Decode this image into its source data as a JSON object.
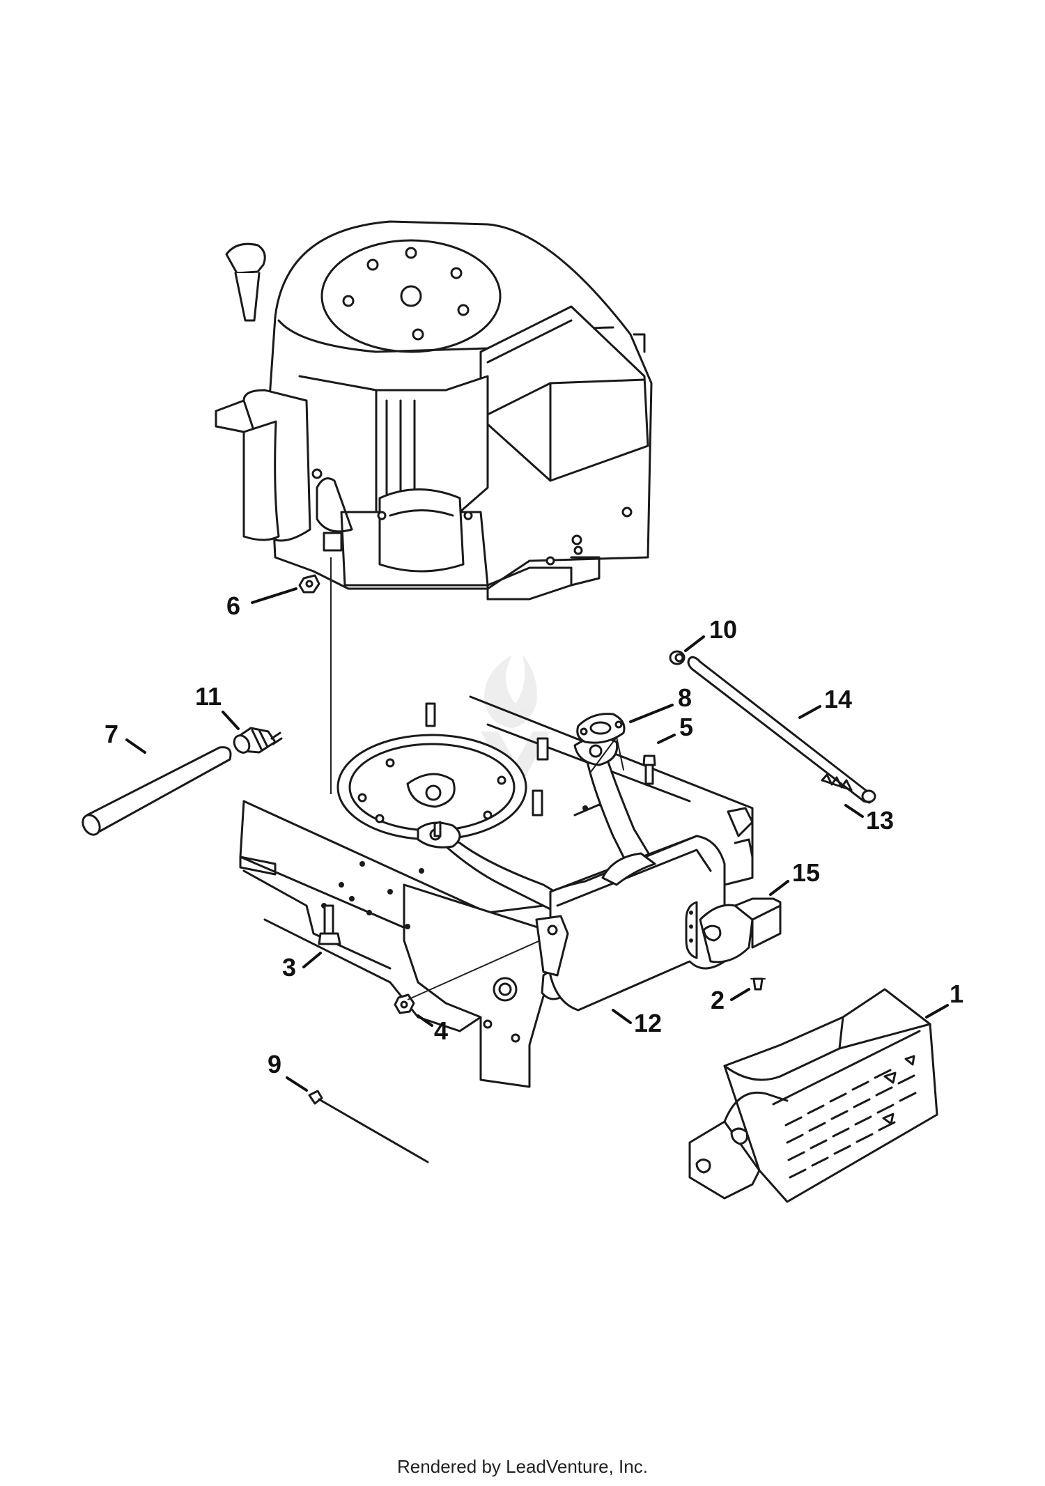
{
  "callouts": [
    {
      "id": "1",
      "label": "1"
    },
    {
      "id": "2",
      "label": "2"
    },
    {
      "id": "3",
      "label": "3"
    },
    {
      "id": "4",
      "label": "4"
    },
    {
      "id": "5",
      "label": "5"
    },
    {
      "id": "6",
      "label": "6"
    },
    {
      "id": "7",
      "label": "7"
    },
    {
      "id": "8",
      "label": "8"
    },
    {
      "id": "9",
      "label": "9"
    },
    {
      "id": "10",
      "label": "10"
    },
    {
      "id": "11",
      "label": "11"
    },
    {
      "id": "12",
      "label": "12"
    },
    {
      "id": "13",
      "label": "13"
    },
    {
      "id": "14",
      "label": "14"
    },
    {
      "id": "15",
      "label": "15"
    }
  ],
  "footer": {
    "text": "Rendered by LeadVenture, Inc."
  },
  "colors": {
    "line": "#1a1a1a",
    "background": "#ffffff",
    "watermark": "#e6e6e6"
  }
}
